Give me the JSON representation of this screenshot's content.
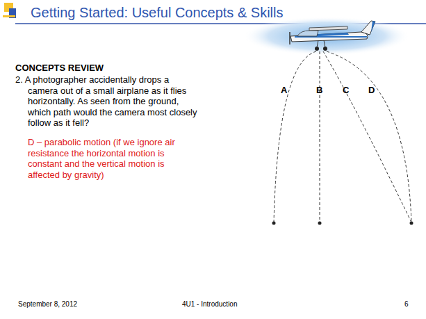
{
  "diagram": {
    "title": "Getting Started:  Useful Concepts & Skills",
    "labels": [
      "CONCEPTS REVIEW",
      "2. A photographer accidentally drops a camera out of a small airplane as it flies horizontally. As seen from the ground, which path would the camera most closely follow as it fell?",
      "D – parabolic motion (if we ignore air resistance the horizontal motion is constant and the vertical motion is affected by gravity)",
      "A",
      "B",
      "C",
      "D",
      "September 8, 2012",
      "4U1 - Introduction",
      "6"
    ]
  }
}
